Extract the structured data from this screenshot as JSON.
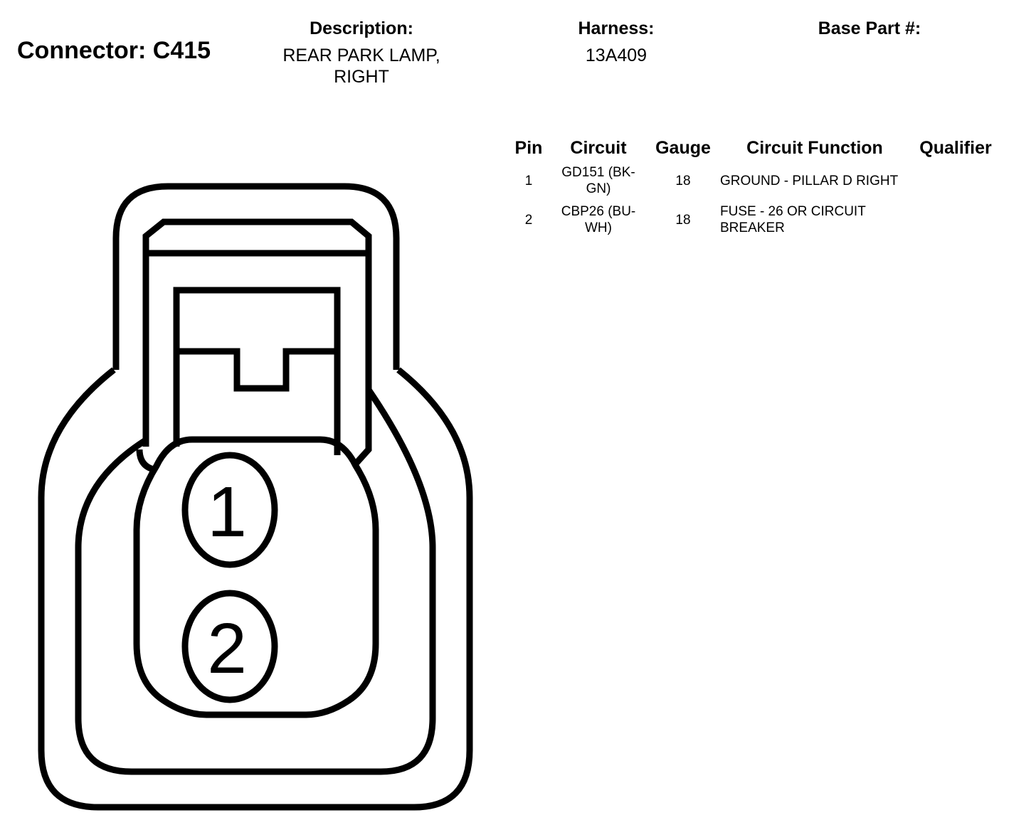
{
  "header": {
    "connector_title": "Connector: C415",
    "description_label": "Description:",
    "description_value": "REAR PARK LAMP, RIGHT",
    "harness_label": "Harness:",
    "harness_value": "13A409",
    "base_part_label": "Base Part #:",
    "base_part_value": ""
  },
  "table": {
    "columns": [
      "Pin",
      "Circuit",
      "Gauge",
      "Circuit Function",
      "Qualifier"
    ],
    "rows": [
      {
        "pin": "1",
        "circuit": "GD151 (BK-GN)",
        "gauge": "18",
        "function": "GROUND - PILLAR D RIGHT",
        "qualifier": ""
      },
      {
        "pin": "2",
        "circuit": "CBP26 (BU-WH)",
        "gauge": "18",
        "function": "FUSE - 26 OR CIRCUIT BREAKER",
        "qualifier": ""
      }
    ]
  },
  "diagram": {
    "pins": [
      "1",
      "2"
    ]
  }
}
